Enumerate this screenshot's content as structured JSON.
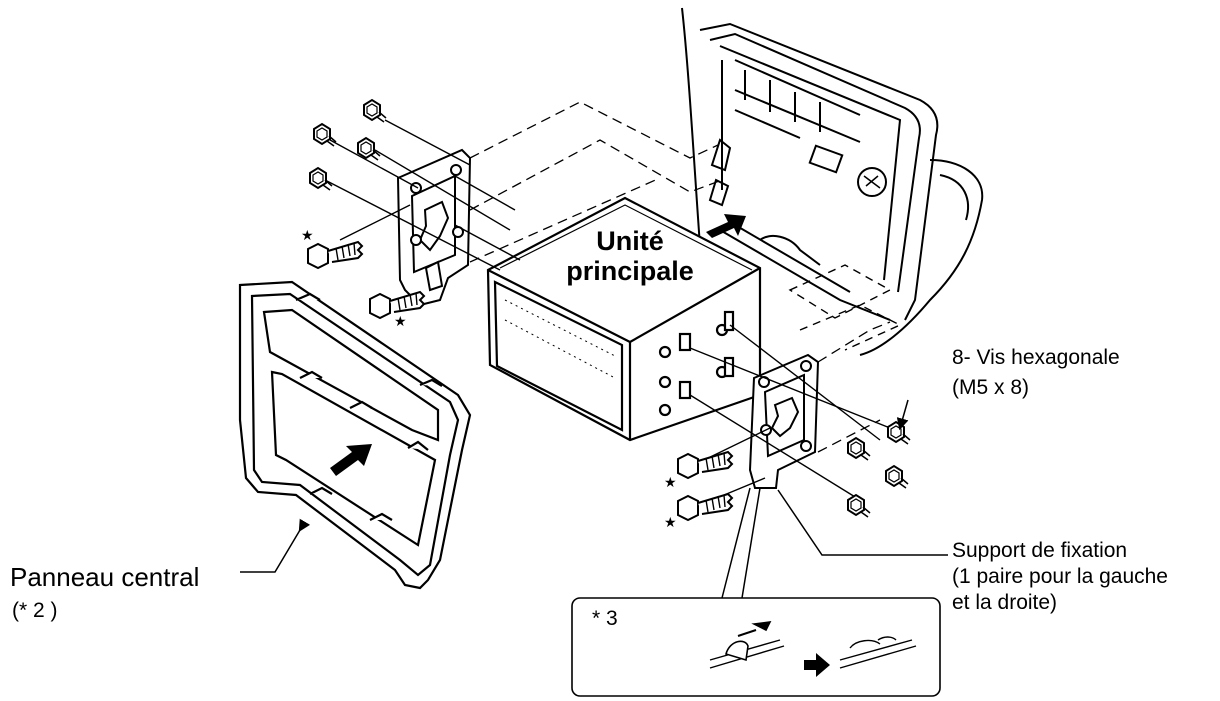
{
  "labels": {
    "main_unit_line1": "Unité",
    "main_unit_line2": "principale",
    "hex_screw_line1": "8- Vis hexagonale",
    "hex_screw_line2": "(M5 x 8)",
    "bracket_line1": "Support de fixation",
    "bracket_line2": "(1 paire pour la gauche",
    "bracket_line3": "et la droite)",
    "panel_line1": "Panneau central",
    "panel_line2": "(* 2 )",
    "inset_note": "* 3"
  },
  "colors": {
    "line": "#000000",
    "background": "#ffffff",
    "frame_fill": "#f2f2f2"
  },
  "icons": [
    "star-marker-icon",
    "arrow-icon",
    "hex-screw-icon"
  ]
}
